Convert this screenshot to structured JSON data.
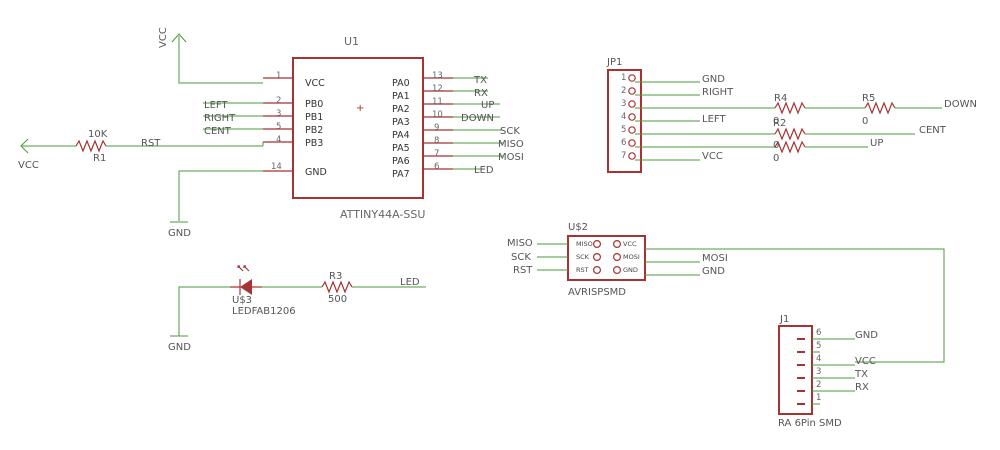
{
  "colors": {
    "wire": "#4a9a3a",
    "part": "#a83232",
    "text": "#555555"
  },
  "u1": {
    "name": "U1",
    "value": "ATTINY44A-SSU",
    "left_pins": [
      {
        "num": "1",
        "name": "VCC"
      },
      {
        "num": "2",
        "name": "PB0"
      },
      {
        "num": "3",
        "name": "PB1"
      },
      {
        "num": "5",
        "name": "PB2"
      },
      {
        "num": "4",
        "name": "PB3"
      },
      {
        "num": "14",
        "name": "GND"
      }
    ],
    "right_pins": [
      {
        "num": "13",
        "name": "PA0"
      },
      {
        "num": "12",
        "name": "PA1"
      },
      {
        "num": "11",
        "name": "PA2"
      },
      {
        "num": "10",
        "name": "PA3"
      },
      {
        "num": "9",
        "name": "PA4"
      },
      {
        "num": "8",
        "name": "PA5"
      },
      {
        "num": "7",
        "name": "PA6"
      },
      {
        "num": "6",
        "name": "PA7"
      }
    ],
    "left_nets": [
      "LEFT",
      "RIGHT",
      "CENT",
      "RST"
    ],
    "right_nets": [
      "TX",
      "RX",
      "UP",
      "DOWN",
      "SCK",
      "MISO",
      "MOSI",
      "LED"
    ]
  },
  "supplies": {
    "vcc": "VCC",
    "gnd": "GND"
  },
  "r1": {
    "name": "R1",
    "value": "10K"
  },
  "r2": {
    "name": "R2",
    "value": "0"
  },
  "r3": {
    "name": "R3",
    "value": "500"
  },
  "r4": {
    "name": "R4",
    "value": "0"
  },
  "r5": {
    "name": "R5",
    "value": "0"
  },
  "led": {
    "name": "U$3",
    "value": "LEDFAB1206",
    "net": "LED"
  },
  "jp1": {
    "name": "JP1",
    "pins": [
      "1",
      "2",
      "3",
      "4",
      "5",
      "6",
      "7"
    ],
    "nets": [
      "GND",
      "RIGHT",
      "LEFT",
      "UP",
      "VCC"
    ],
    "right_nets": [
      "DOWN",
      "CENT"
    ]
  },
  "isp": {
    "name": "U$2",
    "value": "AVRISPSMD",
    "left_pins": [
      "MISO",
      "SCK",
      "RST"
    ],
    "right_pins": [
      "VCC",
      "MOSI",
      "GND"
    ],
    "left_nets": [
      "MISO",
      "SCK",
      "RST"
    ],
    "right_nets": [
      "MOSI",
      "GND"
    ]
  },
  "j1": {
    "name": "J1",
    "value": "RA 6Pin SMD",
    "pins": [
      "6",
      "5",
      "4",
      "3",
      "2",
      "1"
    ],
    "nets": [
      "GND",
      "VCC",
      "TX",
      "RX"
    ]
  }
}
